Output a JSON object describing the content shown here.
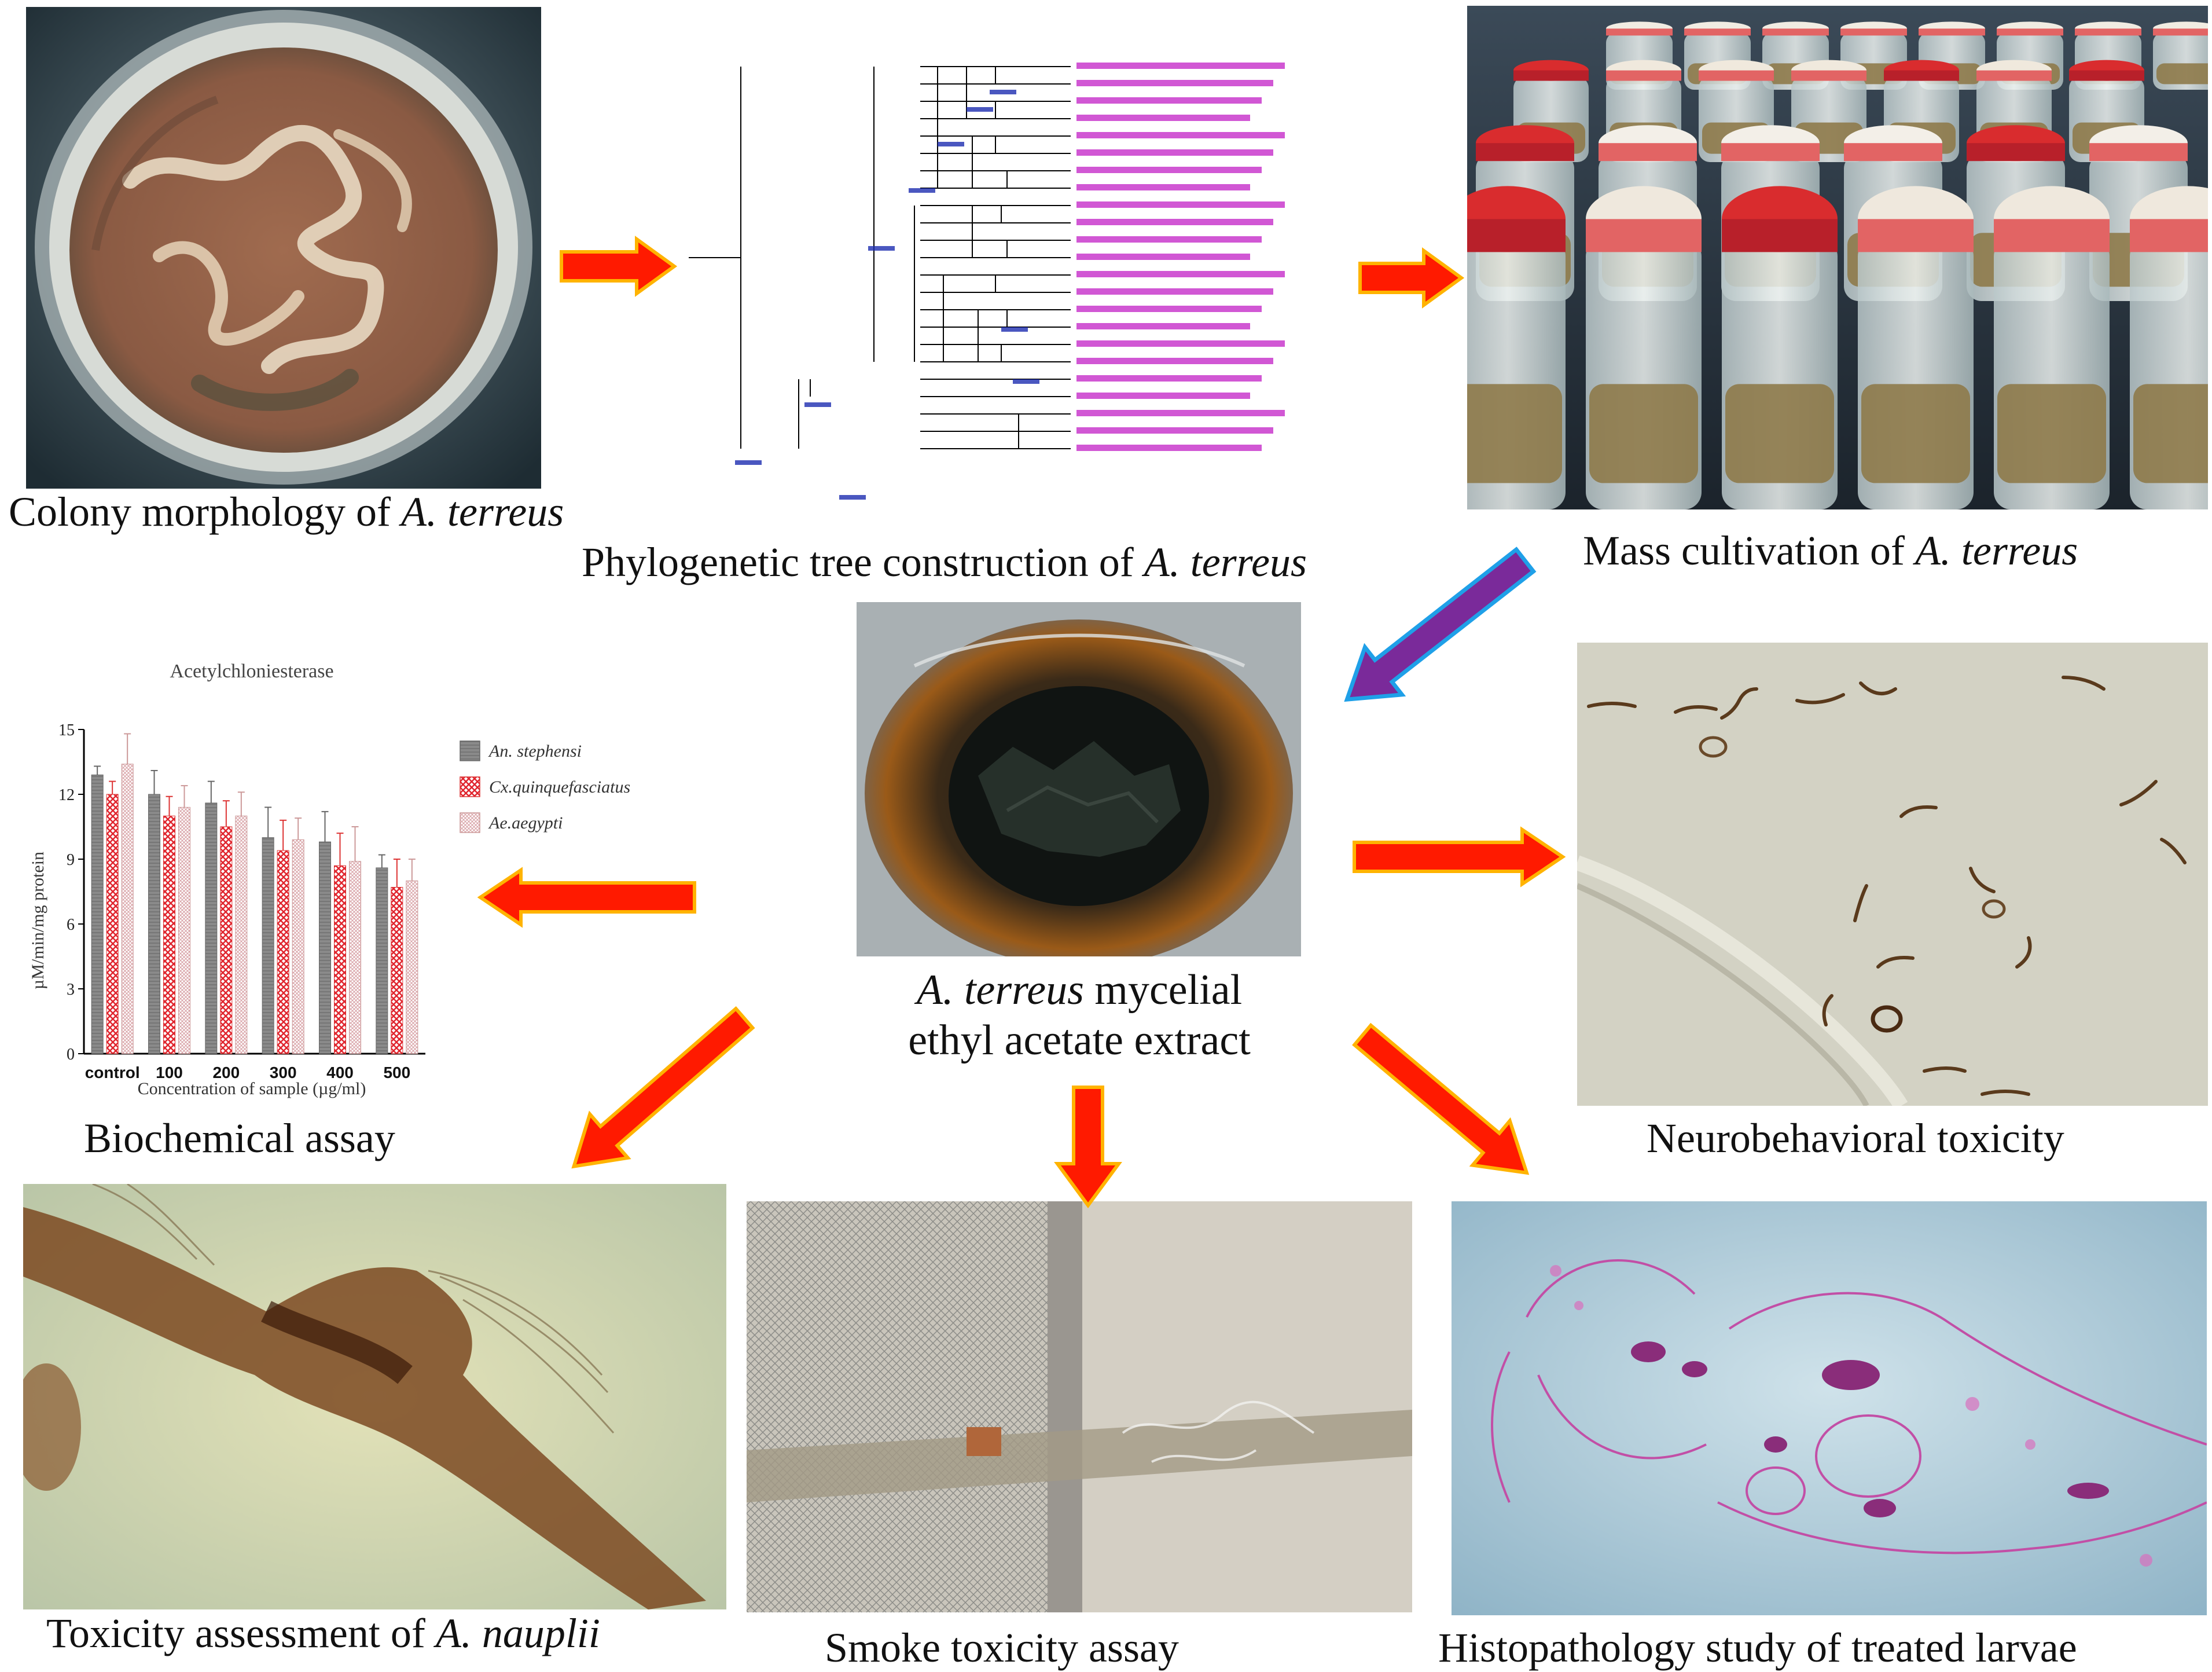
{
  "captions": {
    "colony": {
      "pre": "Colony morphology of ",
      "it": "A. terreus",
      "post": ""
    },
    "phylo": {
      "pre": "Phylogenetic tree construction of ",
      "it": "A. terreus",
      "post": ""
    },
    "mass": {
      "pre": "Mass cultivation of ",
      "it": "A. terreus",
      "post": ""
    },
    "extract_line1_it": "A. terreus",
    "extract_line1_rest": " mycelial",
    "extract_line2": "ethyl acetate  extract",
    "biochem": "Biochemical assay",
    "neuro": "Neurobehavioral toxicity",
    "toxicity": {
      "pre": "Toxicity assessment  of ",
      "it": "A. nauplii",
      "post": ""
    },
    "smoke": "Smoke toxicity assay",
    "histo": "Histopathology study of treated larvae"
  },
  "colors": {
    "arrow_fill": "#ff1a00",
    "arrow_stroke": "#ffb300",
    "arrow_blue_fill": "#7a2a9a",
    "arrow_blue_stroke": "#1fa0e8"
  },
  "chart_data": {
    "type": "bar",
    "title": "Acetylchloniesterase",
    "xlabel": "Concentration of sample (µg/ml)",
    "ylabel": "µM/min/mg protein",
    "ylim": [
      0,
      15
    ],
    "yticks": [
      "0",
      "3",
      "6",
      "9",
      "12",
      "15"
    ],
    "categories": [
      "control",
      "100",
      "200",
      "300",
      "400",
      "500"
    ],
    "legend_position": "right",
    "series": [
      {
        "name": "An. stephensi",
        "values": [
          12.9,
          12.0,
          11.6,
          10.0,
          9.8,
          8.6
        ],
        "errors": [
          0.4,
          1.1,
          1.0,
          1.4,
          1.4,
          0.6
        ]
      },
      {
        "name": "Cx.quinquefasciatus",
        "values": [
          12.0,
          11.0,
          10.5,
          9.4,
          8.7,
          7.7
        ],
        "errors": [
          0.6,
          0.9,
          1.2,
          1.4,
          1.5,
          1.3
        ]
      },
      {
        "name": "Ae.aegypti",
        "values": [
          13.4,
          11.4,
          11.0,
          9.9,
          8.9,
          8.0
        ],
        "errors": [
          1.4,
          1.0,
          1.1,
          1.0,
          1.6,
          1.0
        ]
      }
    ]
  }
}
